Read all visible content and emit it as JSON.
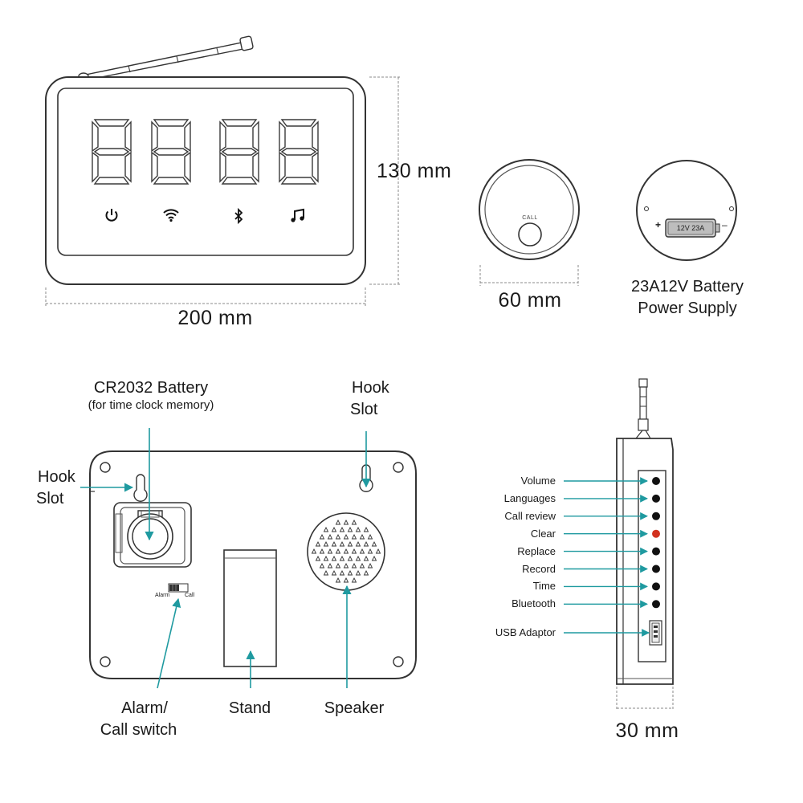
{
  "dimensions": {
    "receiver_height": "130 mm",
    "receiver_width": "200 mm",
    "button_diameter": "60 mm",
    "side_thickness": "30 mm"
  },
  "call_button": {
    "label": "CALL"
  },
  "battery_unit": {
    "cell_label": "12V 23A",
    "plus_sign": "+",
    "minus_sign": "–",
    "caption_line1": "23A12V Battery",
    "caption_line2": "Power Supply"
  },
  "back_panel": {
    "cr2032_title": "CR2032 Battery",
    "cr2032_subtitle": "(for time clock memory)",
    "hook_slot_right_line1": "Hook",
    "hook_slot_right_line2": "Slot",
    "hook_slot_left_line1": "Hook",
    "hook_slot_left_line1_b": "Slot",
    "switch_alarm": "Alarm",
    "switch_call": "Call",
    "alarm_switch_line1": "Alarm/",
    "alarm_switch_line2": "Call switch",
    "stand": "Stand",
    "speaker": "Speaker"
  },
  "front_icons": [
    "power-icon",
    "wifi-icon",
    "bluetooth-icon",
    "music-note-icon"
  ],
  "side_buttons": [
    {
      "label": "Volume",
      "color": "#111111"
    },
    {
      "label": "Languages",
      "color": "#111111"
    },
    {
      "label": "Call review",
      "color": "#111111"
    },
    {
      "label": "Clear",
      "color": "#d2321f"
    },
    {
      "label": "Replace",
      "color": "#111111"
    },
    {
      "label": "Record",
      "color": "#111111"
    },
    {
      "label": "Time",
      "color": "#111111"
    },
    {
      "label": "Bluetooth",
      "color": "#111111"
    }
  ],
  "usb_label": "USB Adaptor",
  "colors": {
    "pointer": "#1f9aa0",
    "outline": "#333333",
    "accent_red": "#d2321f"
  }
}
